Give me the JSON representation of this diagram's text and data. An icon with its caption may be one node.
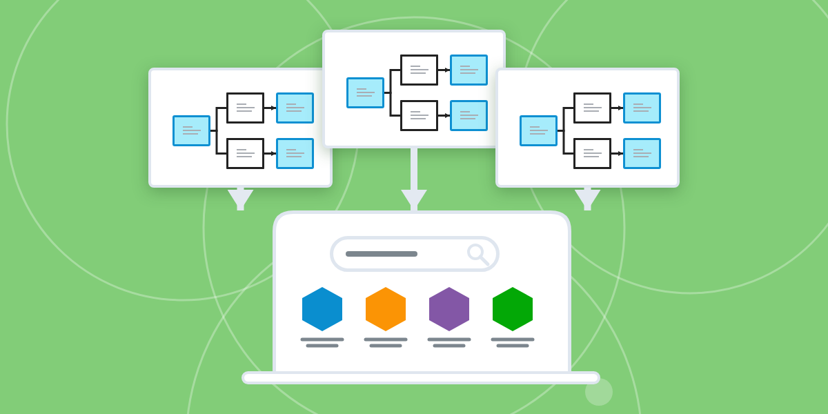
{
  "diagram": {
    "nodes": [
      {
        "text": [],
        "shape": "box"
      },
      {
        "text": [],
        "shape": "box",
        "in": 0
      },
      {
        "text": [],
        "shape": "box",
        "in": 0
      },
      {
        "text": [],
        "shape": "box",
        "in": 0
      },
      {
        "text": [],
        "shape": "box",
        "in": 0
      },
      {
        "text": [],
        "shape": "box",
        "in": 0
      },
      {
        "text": [],
        "shape": "box"
      },
      {
        "text": [],
        "shape": "box",
        "in": 6
      },
      {
        "text": [],
        "shape": "box",
        "in": 6
      },
      {
        "text": [],
        "shape": "box",
        "in": 6
      },
      {
        "text": [],
        "shape": "box",
        "in": 6
      },
      {
        "text": [],
        "shape": "box",
        "in": 6
      },
      {
        "text": [],
        "shape": "box"
      },
      {
        "text": [],
        "shape": "box",
        "in": 12
      },
      {
        "text": [],
        "shape": "box",
        "in": 12
      },
      {
        "text": [],
        "shape": "box",
        "in": 12
      },
      {
        "text": [],
        "shape": "box",
        "in": 12
      },
      {
        "text": [],
        "shape": "box",
        "in": 12
      },
      {
        "text": [],
        "shape": "laptop"
      }
    ],
    "edges": [
      {
        "from": 1,
        "to": 2,
        "arrow": "none"
      },
      {
        "from": 1,
        "to": 3,
        "arrow": "none"
      },
      {
        "from": 2,
        "to": 4,
        "arrow": "to"
      },
      {
        "from": 3,
        "to": 5,
        "arrow": "to"
      },
      {
        "from": 7,
        "to": 8,
        "arrow": "none"
      },
      {
        "from": 7,
        "to": 9,
        "arrow": "none"
      },
      {
        "from": 8,
        "to": 10,
        "arrow": "to"
      },
      {
        "from": 9,
        "to": 11,
        "arrow": "to"
      },
      {
        "from": 13,
        "to": 14,
        "arrow": "none"
      },
      {
        "from": 13,
        "to": 15,
        "arrow": "none"
      },
      {
        "from": 14,
        "to": 16,
        "arrow": "to"
      },
      {
        "from": 15,
        "to": 17,
        "arrow": "to"
      },
      {
        "from": 0,
        "to": 18,
        "arrow": "to",
        "style": "thick",
        "color": "#e3e9f1"
      },
      {
        "from": 6,
        "to": 18,
        "arrow": "to",
        "style": "thick",
        "color": "#e3e9f1"
      },
      {
        "from": 12,
        "to": 18,
        "arrow": "to",
        "style": "thick",
        "color": "#e3e9f1"
      }
    ]
  }
}
